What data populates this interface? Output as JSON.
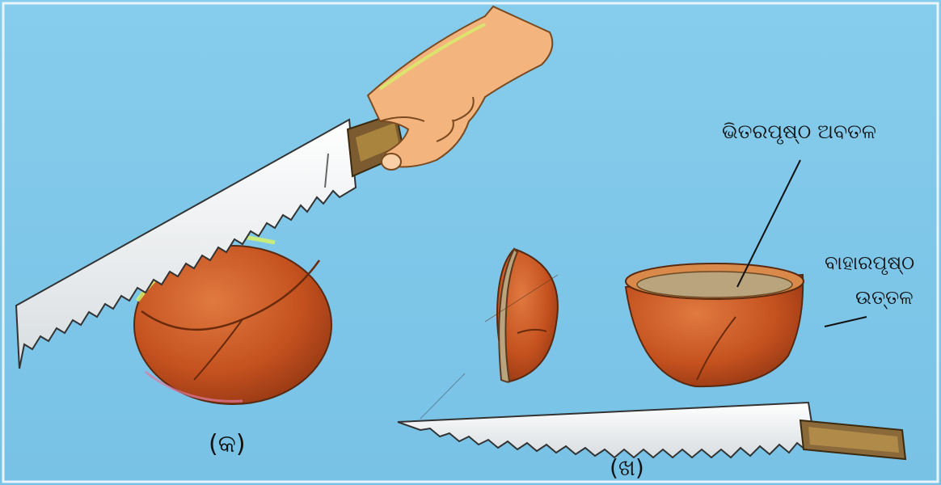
{
  "labels": {
    "inner_surface": "ଭିତରପୃଷ୍ଠ ଅବତଳ",
    "outer_surface_line1": "ବାହାରପୃଷ୍ଠ",
    "outer_surface_line2": "ଉତ୍ତଳ"
  },
  "captions": {
    "panel_a": "(କ)",
    "panel_b": "(ଖ)"
  },
  "colors": {
    "sky": "#7ec8ea",
    "fruit_shell": "#c8552a",
    "inner_flesh": "#b9a47e",
    "blade": "#f4f4f4",
    "handle": "#8a6a3a",
    "skin": "#f2b27a"
  }
}
